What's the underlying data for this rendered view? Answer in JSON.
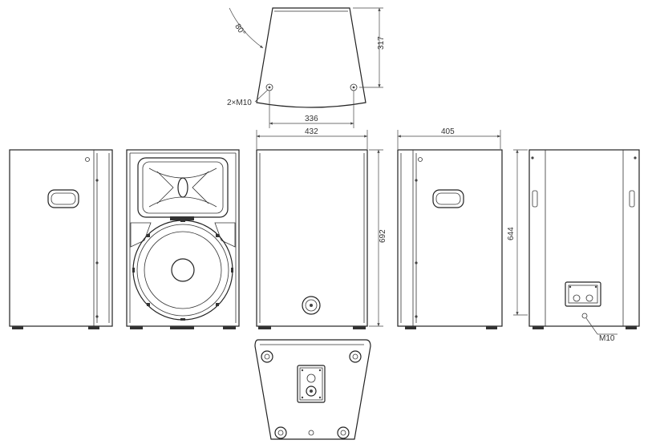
{
  "colors": {
    "line": "#222222",
    "background": "#ffffff"
  },
  "labels": {
    "angle": "80°",
    "mounting_points": "2×M10",
    "rigging_point": "M10"
  },
  "dimensions": {
    "top_depth": "317",
    "mount_spacing": "336",
    "width": "432",
    "height_total": "692",
    "depth": "405",
    "height_side": "644"
  }
}
